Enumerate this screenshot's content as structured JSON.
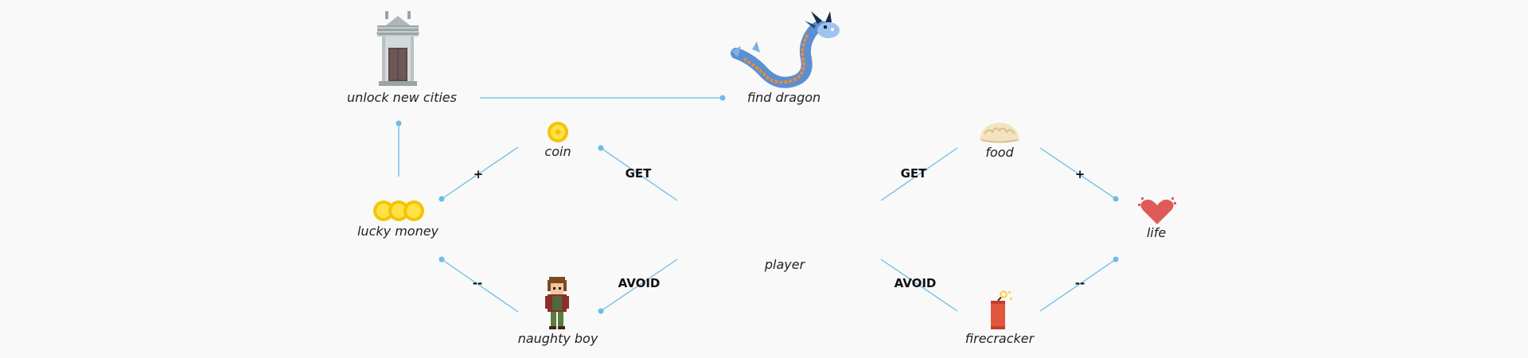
{
  "nodes": {
    "unlock_cities": "unlock new cities",
    "find_dragon": "find dragon",
    "coin": "coin",
    "lucky_money": "lucky money",
    "naughty_boy": "naughty boy",
    "player": "player",
    "food": "food",
    "life": "life",
    "firecracker": "firecracker"
  },
  "relations": {
    "coin_to_lucky": "+",
    "boy_to_lucky": "--",
    "get_coin": "GET",
    "avoid_boy": "AVOID",
    "get_food": "GET",
    "avoid_firecracker": "AVOID",
    "food_to_life": "+",
    "firecracker_to_life": "--"
  },
  "icons": {
    "gate": "city-gate-icon",
    "dragon": "dragon-icon",
    "coin": "coin-icon",
    "lucky_money": "lucky-money-coins-icon",
    "boy": "naughty-boy-icon",
    "food": "dumpling-icon",
    "life": "heart-icon",
    "firecracker": "firecracker-icon"
  },
  "colors": {
    "connector": "#69bde6",
    "coin_gold": "#f5c400",
    "heart_red": "#e05a5a"
  }
}
